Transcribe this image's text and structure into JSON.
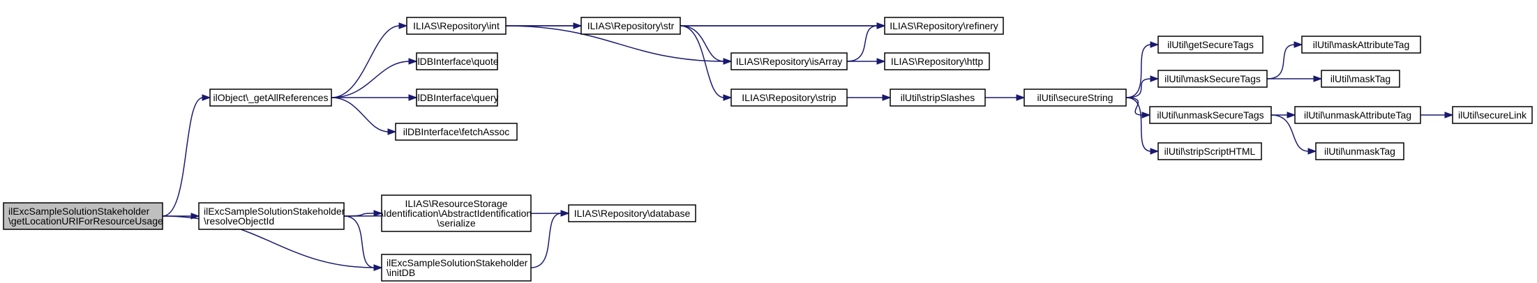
{
  "diagram": {
    "nodes": [
      {
        "id": "root",
        "lines": [
          "ilExcSampleSolutionStakeholder",
          "\\getLocationURIForResourceUsage"
        ]
      },
      {
        "id": "getAllRefs",
        "lines": [
          "ilObject\\_getAllReferences"
        ]
      },
      {
        "id": "resolveObjectId",
        "lines": [
          "ilExcSampleSolutionStakeholder",
          "\\resolveObjectId"
        ]
      },
      {
        "id": "initDB",
        "lines": [
          "ilExcSampleSolutionStakeholder",
          "\\initDB"
        ]
      },
      {
        "id": "serialize",
        "lines": [
          "ILIAS\\ResourceStorage",
          "\\Identification\\AbstractIdentification",
          "\\serialize"
        ]
      },
      {
        "id": "database",
        "lines": [
          "ILIAS\\Repository\\database"
        ]
      },
      {
        "id": "int",
        "lines": [
          "ILIAS\\Repository\\int"
        ]
      },
      {
        "id": "quote",
        "lines": [
          "ilDBInterface\\quote"
        ]
      },
      {
        "id": "query",
        "lines": [
          "ilDBInterface\\query"
        ]
      },
      {
        "id": "fetchAssoc",
        "lines": [
          "ilDBInterface\\fetchAssoc"
        ]
      },
      {
        "id": "str",
        "lines": [
          "ILIAS\\Repository\\str"
        ]
      },
      {
        "id": "refinery",
        "lines": [
          "ILIAS\\Repository\\refinery"
        ]
      },
      {
        "id": "isArray",
        "lines": [
          "ILIAS\\Repository\\isArray"
        ]
      },
      {
        "id": "http",
        "lines": [
          "ILIAS\\Repository\\http"
        ]
      },
      {
        "id": "strip",
        "lines": [
          "ILIAS\\Repository\\strip"
        ]
      },
      {
        "id": "stripSlashes",
        "lines": [
          "ilUtil\\stripSlashes"
        ]
      },
      {
        "id": "secureString",
        "lines": [
          "ilUtil\\secureString"
        ]
      },
      {
        "id": "getSecureTags",
        "lines": [
          "ilUtil\\getSecureTags"
        ]
      },
      {
        "id": "maskSecureTags",
        "lines": [
          "ilUtil\\maskSecureTags"
        ]
      },
      {
        "id": "unmaskSecureTags",
        "lines": [
          "ilUtil\\unmaskSecureTags"
        ]
      },
      {
        "id": "stripScriptHTML",
        "lines": [
          "ilUtil\\stripScriptHTML"
        ]
      },
      {
        "id": "maskAttributeTag",
        "lines": [
          "ilUtil\\maskAttributeTag"
        ]
      },
      {
        "id": "maskTag",
        "lines": [
          "ilUtil\\maskTag"
        ]
      },
      {
        "id": "unmaskAttributeTag",
        "lines": [
          "ilUtil\\unmaskAttributeTag"
        ]
      },
      {
        "id": "unmaskTag",
        "lines": [
          "ilUtil\\unmaskTag"
        ]
      },
      {
        "id": "secureLink",
        "lines": [
          "ilUtil\\secureLink"
        ]
      }
    ],
    "edges": [
      {
        "from": "root",
        "to": "getAllRefs"
      },
      {
        "from": "root",
        "to": "resolveObjectId"
      },
      {
        "from": "root",
        "to": "initDB"
      },
      {
        "from": "getAllRefs",
        "to": "int"
      },
      {
        "from": "getAllRefs",
        "to": "quote"
      },
      {
        "from": "getAllRefs",
        "to": "query"
      },
      {
        "from": "getAllRefs",
        "to": "fetchAssoc"
      },
      {
        "from": "resolveObjectId",
        "to": "serialize"
      },
      {
        "from": "resolveObjectId",
        "to": "database"
      },
      {
        "from": "resolveObjectId",
        "to": "initDB"
      },
      {
        "from": "initDB",
        "to": "database"
      },
      {
        "from": "int",
        "to": "str"
      },
      {
        "from": "int",
        "to": "refinery"
      },
      {
        "from": "int",
        "to": "isArray"
      },
      {
        "from": "str",
        "to": "refinery"
      },
      {
        "from": "str",
        "to": "isArray"
      },
      {
        "from": "str",
        "to": "strip"
      },
      {
        "from": "isArray",
        "to": "refinery"
      },
      {
        "from": "isArray",
        "to": "http"
      },
      {
        "from": "strip",
        "to": "stripSlashes"
      },
      {
        "from": "stripSlashes",
        "to": "secureString"
      },
      {
        "from": "secureString",
        "to": "getSecureTags"
      },
      {
        "from": "secureString",
        "to": "maskSecureTags"
      },
      {
        "from": "secureString",
        "to": "unmaskSecureTags"
      },
      {
        "from": "secureString",
        "to": "stripScriptHTML"
      },
      {
        "from": "maskSecureTags",
        "to": "maskAttributeTag"
      },
      {
        "from": "maskSecureTags",
        "to": "maskTag"
      },
      {
        "from": "unmaskSecureTags",
        "to": "unmaskAttributeTag"
      },
      {
        "from": "unmaskSecureTags",
        "to": "unmaskTag"
      },
      {
        "from": "unmaskAttributeTag",
        "to": "secureLink"
      }
    ],
    "colors": {
      "edge": "#191970",
      "root_fill": "#bfbfbf",
      "node_fill": "#ffffff",
      "node_border": "#000000"
    }
  }
}
